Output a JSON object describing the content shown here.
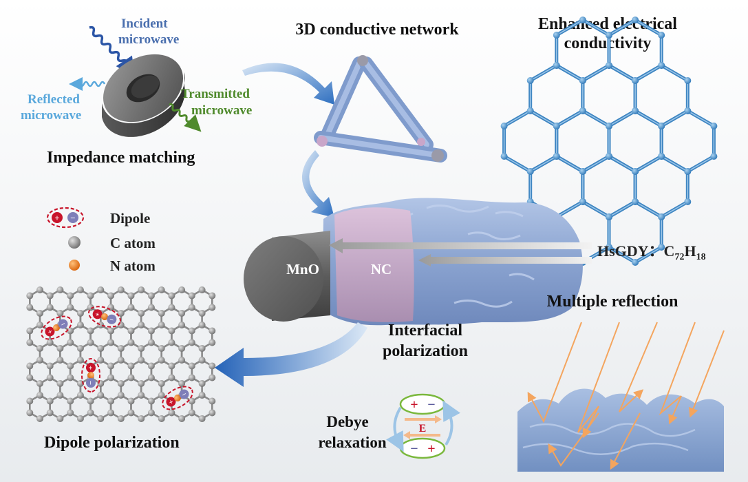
{
  "colors": {
    "background_top": "#ffffff",
    "background_bottom": "#e9ecef",
    "title_text": "#111111",
    "incident_blue": "#2b55a6",
    "reflected_blue": "#5aa8dc",
    "transmitted_green": "#4f8a2c",
    "material_blue": "#8ea8d4",
    "nc_pink": "#c9aac8",
    "mno_gray": "#6b6b6b",
    "dipole_red": "#c8142a",
    "dipole_purple": "#8080b4",
    "carbon_gray": "#8f8f8f",
    "nitrogen_orange": "#f08a24",
    "ray_orange": "#f4a55e",
    "graphyne_blue": "#4e92c8"
  },
  "impedance": {
    "incident": [
      "Incident",
      "microwave"
    ],
    "reflected": [
      "Reflected",
      "microwave"
    ],
    "transmitted": [
      "Transmitted",
      "microwave"
    ],
    "title": "Impedance matching"
  },
  "network": {
    "title": "3D conductive network"
  },
  "conductivity": {
    "title": [
      "Enhanced electrical",
      "conductivity"
    ]
  },
  "legend": {
    "dipole": "Dipole",
    "c_atom": "C atom",
    "n_atom": "N atom"
  },
  "dipole_signs": {
    "plus": "+",
    "minus": "−"
  },
  "core": {
    "mno": "MnO",
    "nc": "NC",
    "hsgdy_prefix": "HsGDY：C",
    "hsgdy_sub1": "72",
    "hsgdy_mid": "H",
    "hsgdy_sub2": "18"
  },
  "interfacial": [
    "Interfacial",
    "polarization"
  ],
  "reflection": {
    "title": "Multiple reflection"
  },
  "dipole_pol": {
    "title": "Dipole polarization"
  },
  "debye": {
    "label": [
      "Debye",
      "relaxation"
    ],
    "field": "E",
    "top_signs": [
      "+",
      "−"
    ],
    "bottom_signs": [
      "−",
      "+"
    ]
  }
}
